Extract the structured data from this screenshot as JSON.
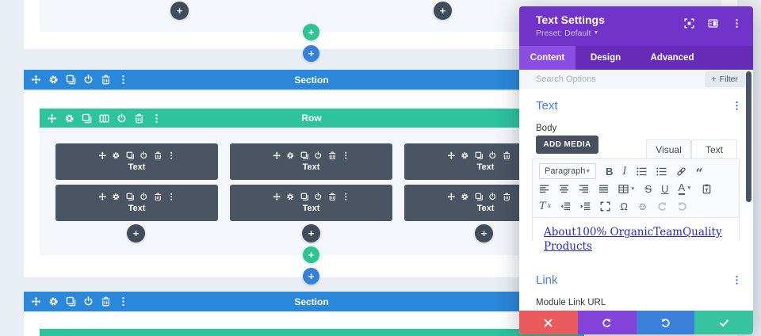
{
  "builder": {
    "section_label": "Section",
    "row_label": "Row",
    "module_label": "Text",
    "plus": "+"
  },
  "modal": {
    "title": "Text Settings",
    "preset": "Preset: Default",
    "tabs": [
      {
        "label": "Content"
      },
      {
        "label": "Design"
      },
      {
        "label": "Advanced"
      }
    ],
    "search": {
      "placeholder": "Search Options",
      "filter_plus": "+",
      "filter_label": "Filter"
    },
    "text_section": {
      "heading": "Text",
      "body_label": "Body",
      "add_media": "ADD MEDIA",
      "visual_tab": "Visual",
      "text_tab": "Text",
      "toolbar": {
        "paragraph": "Paragraph",
        "bold": "B",
        "italic": "I",
        "quote": "“",
        "strike": "S",
        "underline": "U",
        "color": "A",
        "clear_t": "T",
        "clear_x": "x",
        "omega": "Ω",
        "smiley": "☺"
      },
      "content_link_text": "About100% OrganicTeamQuality Products"
    },
    "link_section": {
      "heading": "Link",
      "module_link_url": "Module Link URL"
    }
  },
  "colors": {
    "section_blue": "#2b87da",
    "row_green": "#2cc39d",
    "module_slate": "#4a5462",
    "modal_purple": "#7134c9",
    "active_tab_purple": "#8a4fe2",
    "accent_blue": "#4c7ce5",
    "footer_red": "#ea5b5e",
    "footer_purple": "#8343d8",
    "footer_blue": "#3a80db",
    "footer_green": "#36c49f"
  }
}
